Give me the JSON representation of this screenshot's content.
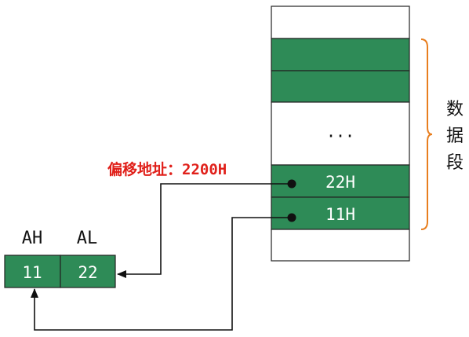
{
  "registers": {
    "ah_label": "AH",
    "al_label": "AL",
    "ah_value": "11",
    "al_value": "22"
  },
  "memory": {
    "ellipsis": "···",
    "cell_22h": "22H",
    "cell_11h": "11H"
  },
  "offset_label": "偏移地址：2200H",
  "segment_label": [
    "数",
    "据",
    "段"
  ],
  "colors": {
    "cell_fill": "#2e8b57",
    "offset_text": "#e0201a",
    "brace": "#e87e1e",
    "lines": "#111111"
  }
}
